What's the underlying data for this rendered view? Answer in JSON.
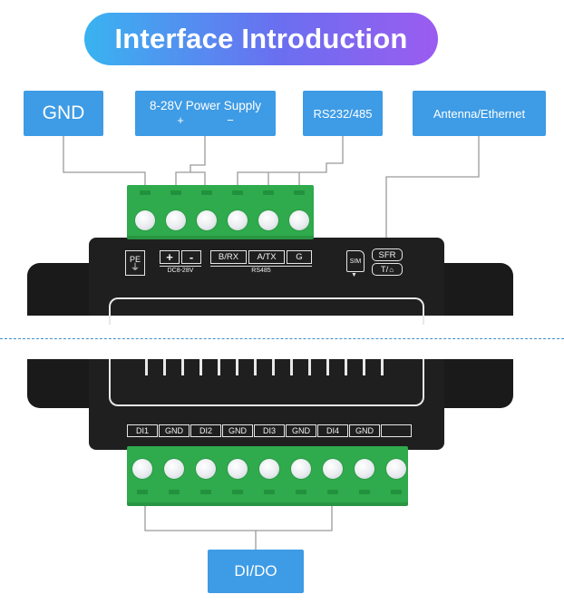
{
  "title": "Interface Introduction",
  "callouts": {
    "gnd": "GND",
    "power_line1": "8-28V Power Supply",
    "power_plus": "+",
    "power_minus": "−",
    "rs": "RS232/485",
    "antenna": "Antenna/Ethernet",
    "dido": "DI/DO"
  },
  "device_labels": {
    "pe": "PE",
    "plus": "+",
    "minus": "-",
    "dc": "DC8-28V",
    "brx": "B/RX",
    "atx": "A/TX",
    "g": "G",
    "rs485": "RS485",
    "sim": "SIM",
    "sfr": "SFR",
    "t": "T/"
  },
  "bottom_terminal_labels": [
    "DI1",
    "GND",
    "DI2",
    "GND",
    "DI3",
    "GND",
    "DI4",
    "GND",
    ""
  ],
  "colors": {
    "callout": "#3e9be5",
    "terminal": "#2faa4c",
    "device": "#1f1f1f",
    "title_gradient_start": "#39b3f0",
    "title_gradient_end": "#9b5cf0",
    "break_line": "#3d8fd0"
  }
}
